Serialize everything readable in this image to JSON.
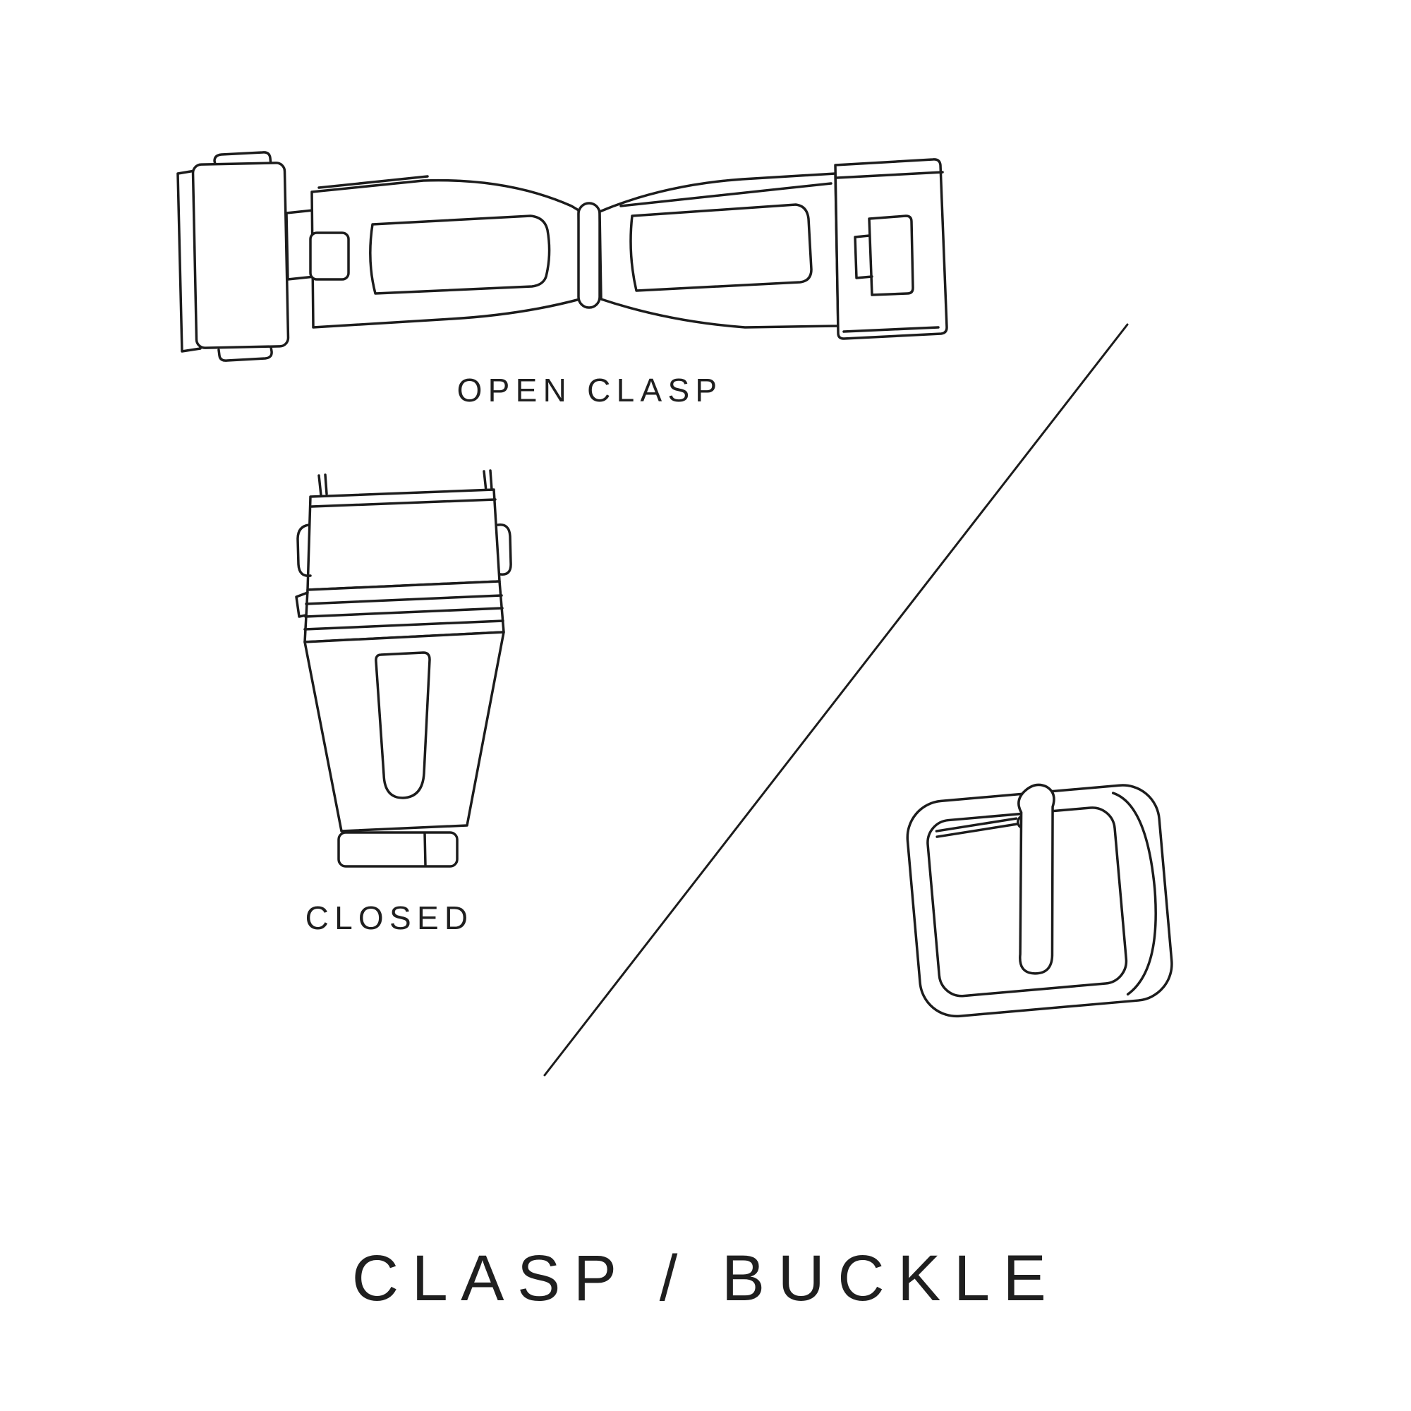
{
  "page": {
    "background": "#ffffff",
    "line_color": "#1c1c1c",
    "text_color": "#1f1f1f"
  },
  "diagram": {
    "title": "CLASP / BUCKLE",
    "labels": {
      "open_clasp": "OPEN CLASP",
      "closed": "CLOSED"
    },
    "illustrations": [
      "open-clasp-illustration",
      "closed-clasp-illustration",
      "tang-buckle-illustration",
      "diagonal-divider-line"
    ]
  }
}
